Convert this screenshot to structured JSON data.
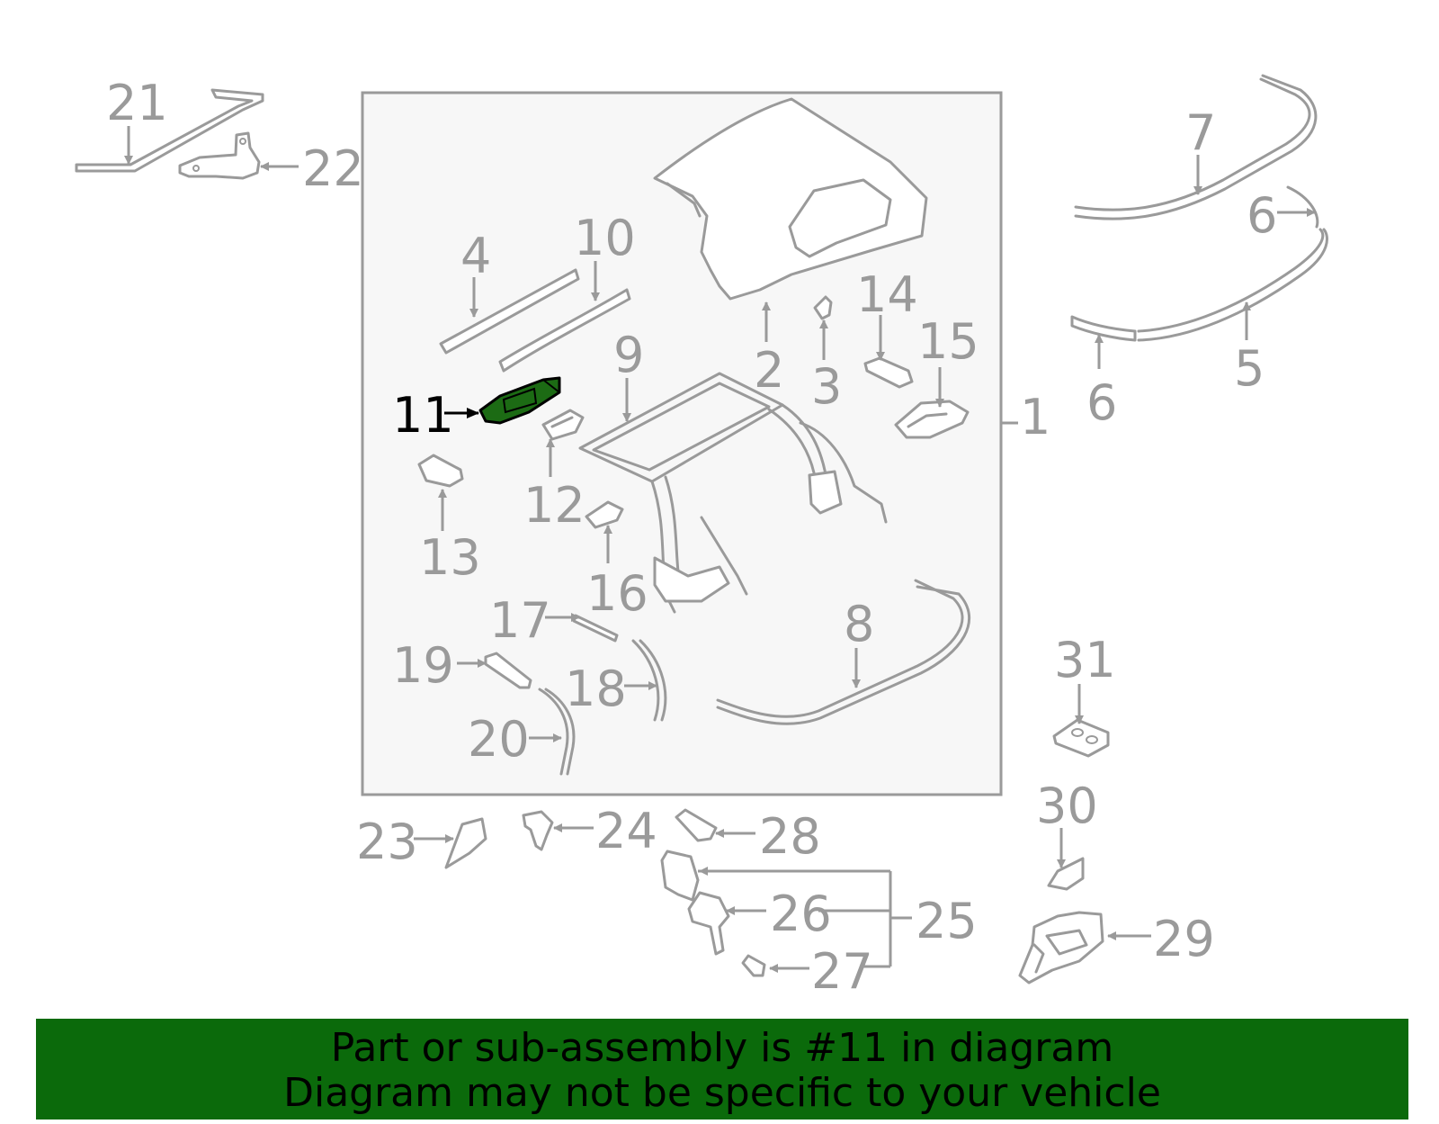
{
  "diagram": {
    "highlighted_part": "11",
    "colors": {
      "highlight_fill": "#1c6b14",
      "line_gray": "#9a9a9a",
      "panel_fill": "#f7f7f7",
      "banner_bg": "#0b6a0b"
    },
    "callouts": {
      "c1": "1",
      "c2": "2",
      "c3": "3",
      "c4": "4",
      "c5": "5",
      "c6a": "6",
      "c6b": "6",
      "c7": "7",
      "c8": "8",
      "c9": "9",
      "c10": "10",
      "c11": "11",
      "c12": "12",
      "c13": "13",
      "c14": "14",
      "c15": "15",
      "c16": "16",
      "c17": "17",
      "c18": "18",
      "c19": "19",
      "c20": "20",
      "c21": "21",
      "c22": "22",
      "c23": "23",
      "c24": "24",
      "c25": "25",
      "c26": "26",
      "c27": "27",
      "c28": "28",
      "c29": "29",
      "c30": "30",
      "c31": "31"
    }
  },
  "banner": {
    "line1": "Part or sub-assembly is #11 in diagram",
    "line2": "Diagram may not be specific to your vehicle"
  }
}
